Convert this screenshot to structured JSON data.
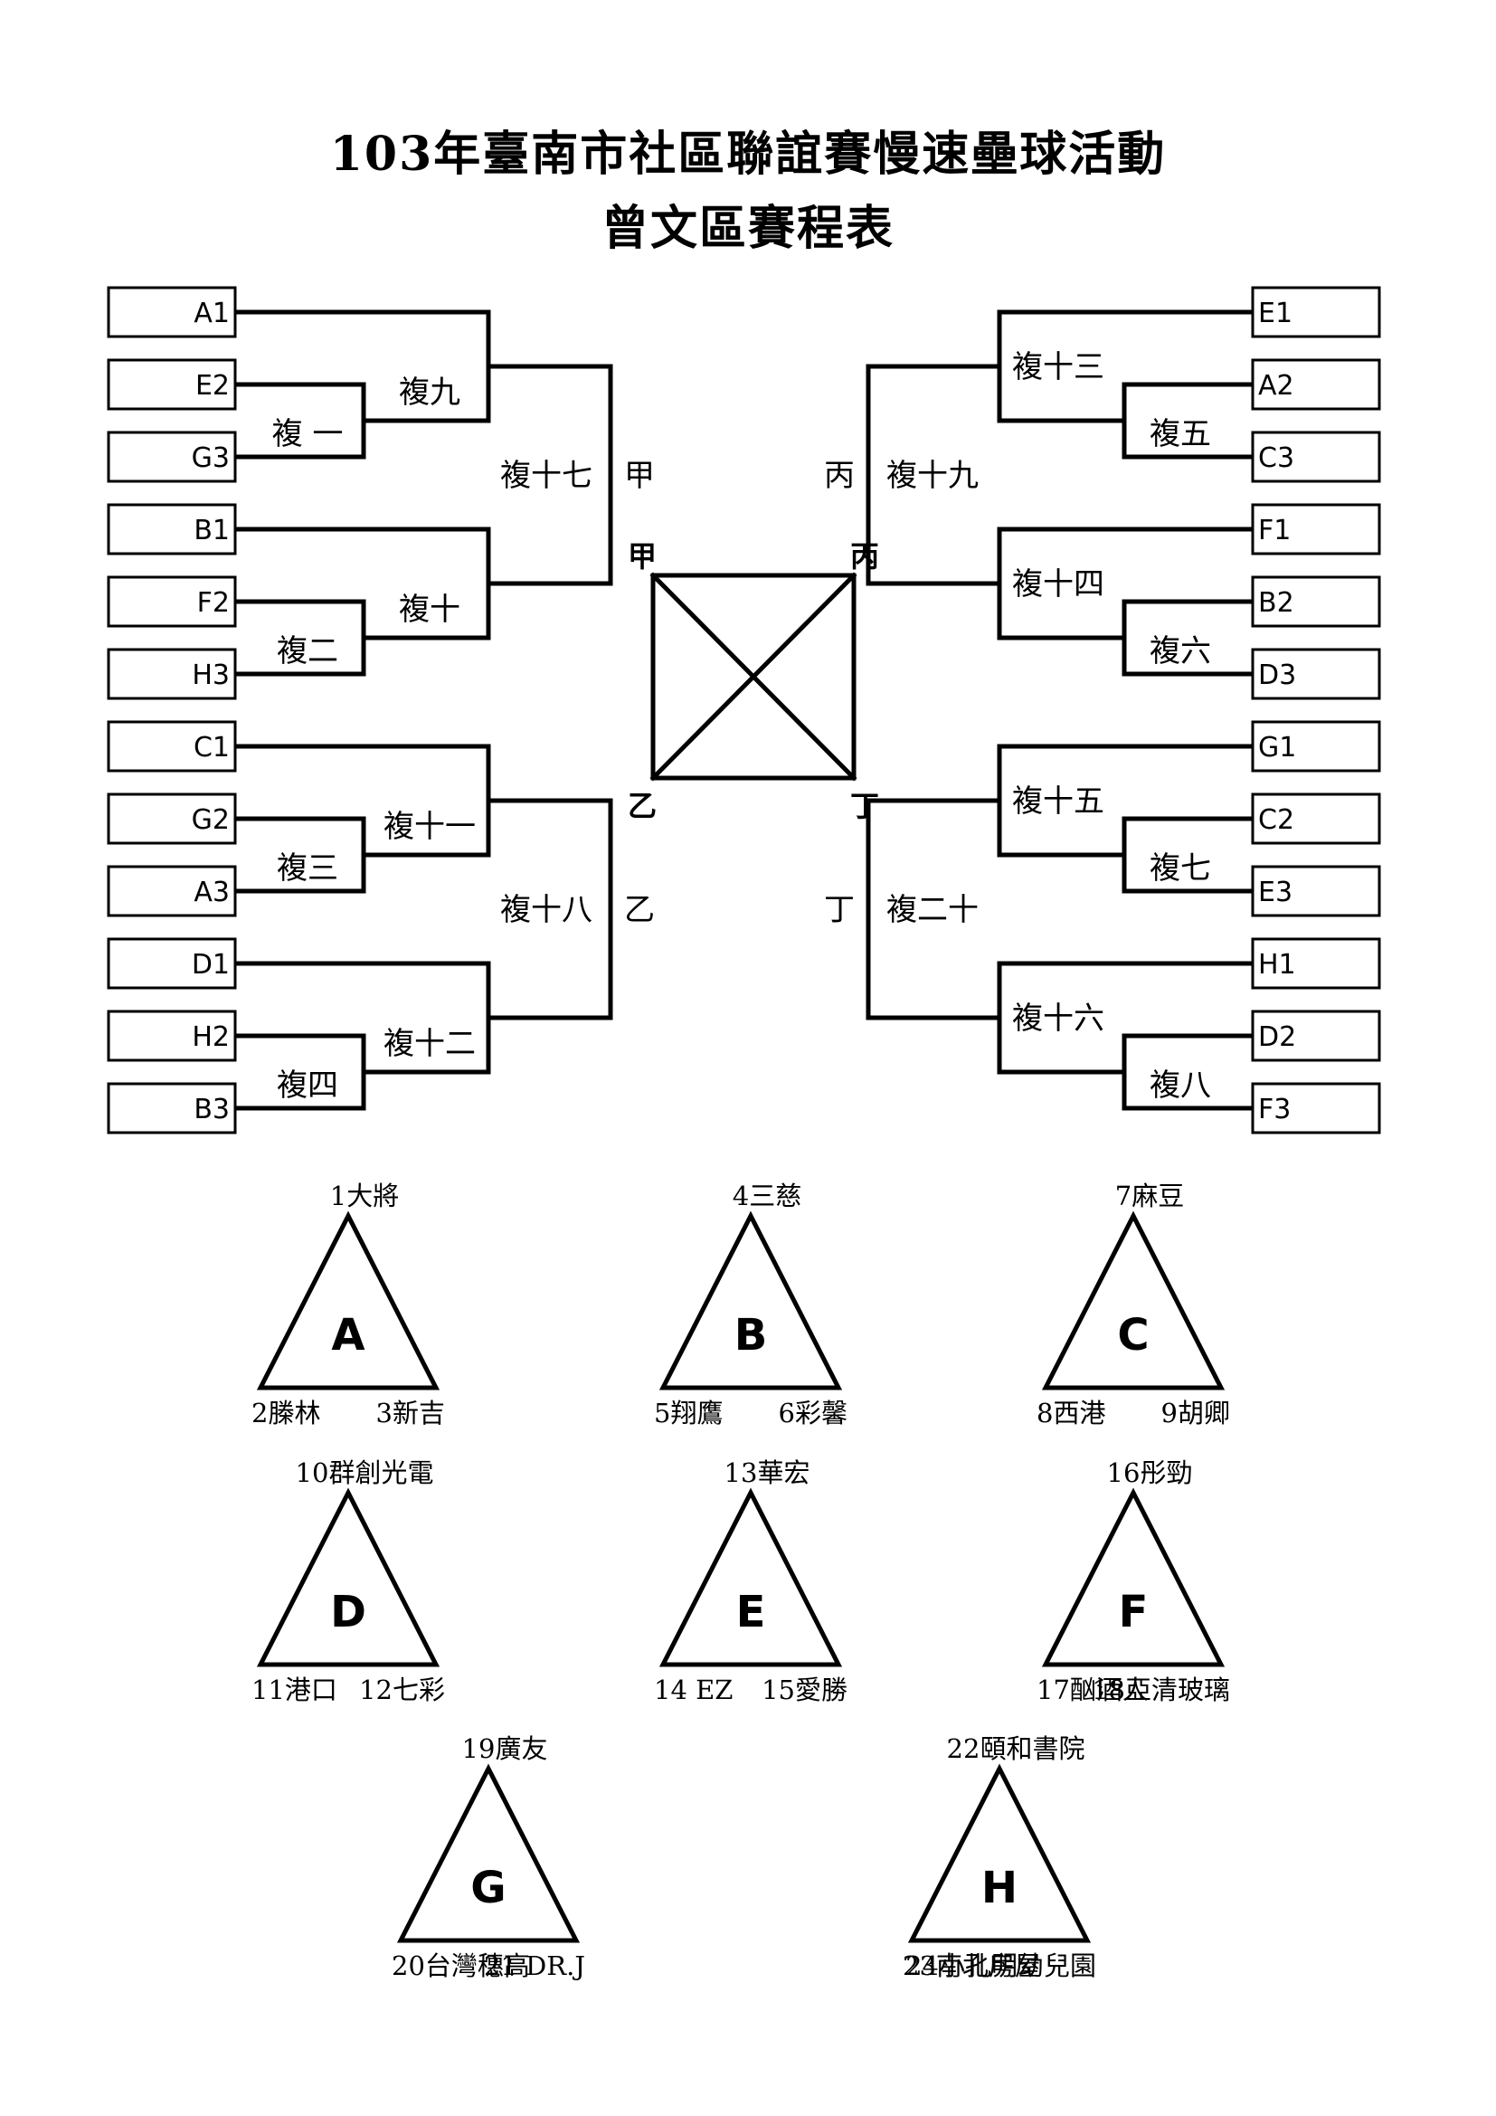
{
  "title": "103年臺南市社區聯誼賽慢速壘球活動",
  "subtitle": "曾文區賽程表",
  "bracket": {
    "left_slots": [
      "A1",
      "E2",
      "G3",
      "B1",
      "F2",
      "H3",
      "C1",
      "G2",
      "A3",
      "D1",
      "H2",
      "B3"
    ],
    "right_slots": [
      "E1",
      "A2",
      "C3",
      "F1",
      "B2",
      "D3",
      "G1",
      "C2",
      "E3",
      "H1",
      "D2",
      "F3"
    ],
    "left_inner": [
      "複 一",
      "複二",
      "複三",
      "複四"
    ],
    "left_outer": [
      "複九",
      "複十",
      "複十一",
      "複十二"
    ],
    "left_semi": [
      "複十七",
      "複十八"
    ],
    "right_inner": [
      "複五",
      "複六",
      "複七",
      "複八"
    ],
    "right_outer": [
      "複十三",
      "複十四",
      "複十五",
      "複十六"
    ],
    "right_semi": [
      "複十九",
      "複二十"
    ],
    "marks": {
      "jia": "甲",
      "yi": "乙",
      "bing": "丙",
      "ding": "丁"
    }
  },
  "groups": [
    {
      "letter": "A",
      "top": "1大將",
      "left": "2榺林",
      "right": "3新吉"
    },
    {
      "letter": "B",
      "top": "4三慈",
      "left": "5翔鷹",
      "right": "6彩馨"
    },
    {
      "letter": "C",
      "top": "7麻豆",
      "left": "8西港",
      "right": "9胡卿"
    },
    {
      "letter": "D",
      "top": "10群創光電",
      "left": "11港口",
      "right": "12七彩"
    },
    {
      "letter": "E",
      "top": "13華宏",
      "left": "14 EZ",
      "right": "15愛勝"
    },
    {
      "letter": "F",
      "top": "16彤勁",
      "left": "17酗酒人",
      "right": "18亞清玻璃"
    },
    {
      "letter": "G",
      "top": "19廣友",
      "left": "20台灣穗高",
      "right": "21 DR.J"
    },
    {
      "letter": "H",
      "top": "22頤和書院",
      "left": "23南北房屋",
      "right": "24小孔明幼兒園"
    }
  ]
}
